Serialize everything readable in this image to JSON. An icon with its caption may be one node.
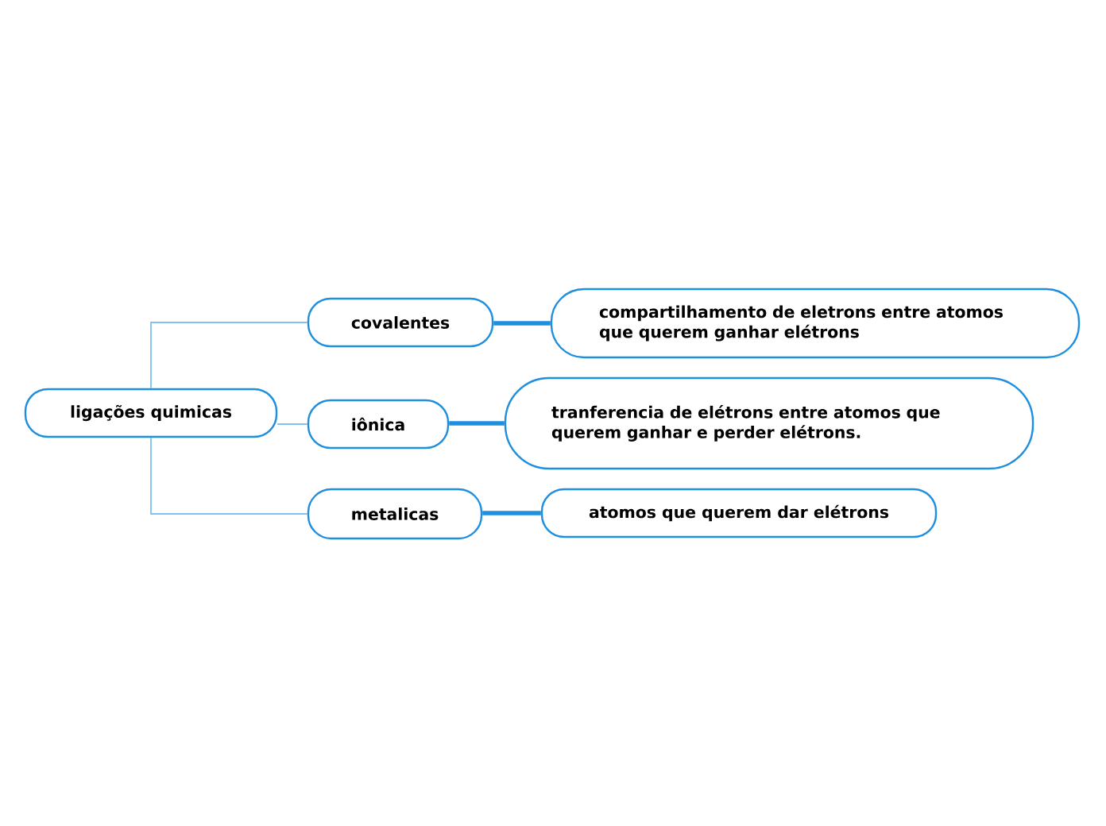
{
  "diagram": {
    "nodes": [
      {
        "text": [
          "ligações quimicas"
        ]
      },
      {
        "text": [
          "covalentes"
        ]
      },
      {
        "text": [
          "iônica"
        ]
      },
      {
        "text": [
          "metalicas"
        ]
      },
      {
        "text": [
          "compartilhamento de eletrons entre atomos que querem ganhar elétrons"
        ]
      },
      {
        "text": [
          "tranferencia de elétrons entre atomos que querem ganhar e perder elétrons."
        ]
      },
      {
        "text": [
          "atomos que querem dar elétrons"
        ]
      }
    ],
    "edges": [
      {
        "from": 0,
        "to": 1,
        "arrow": "none"
      },
      {
        "from": 0,
        "to": 2,
        "arrow": "none"
      },
      {
        "from": 0,
        "to": 3,
        "arrow": "none"
      },
      {
        "from": 1,
        "to": 4,
        "arrow": "none",
        "style": "thick",
        "color": "#1e8fdf"
      },
      {
        "from": 2,
        "to": 5,
        "arrow": "none",
        "style": "thick",
        "color": "#1e8fdf"
      },
      {
        "from": 3,
        "to": 6,
        "arrow": "none",
        "style": "thick",
        "color": "#1e8fdf"
      }
    ]
  }
}
